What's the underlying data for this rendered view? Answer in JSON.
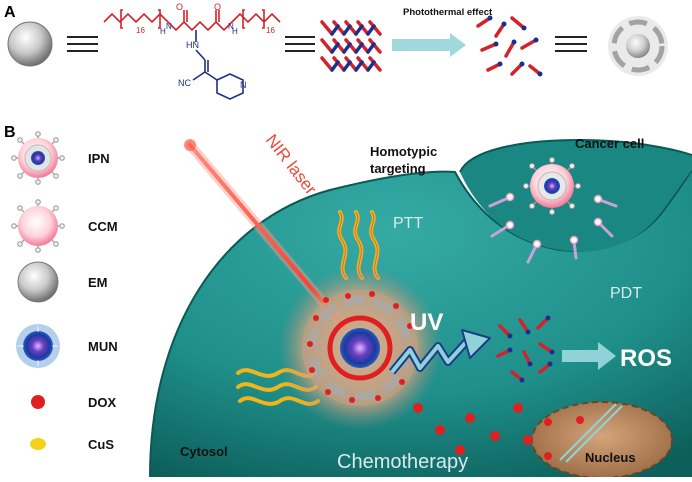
{
  "panel_a": {
    "label": "A",
    "arrow_text": "Photothermal effect",
    "subscript_left": "16",
    "subscript_right": "16",
    "atoms": {
      "o_left": "O",
      "o_right": "O",
      "nh_left": "H",
      "nh_left_n": "N",
      "nh_right_n": "N",
      "nh_right": "H",
      "hn": "HN",
      "nc": "NC",
      "pyridine_n": "N"
    }
  },
  "panel_b": {
    "label": "B",
    "legend": [
      {
        "label": "IPN",
        "icon": "ipn-nanoparticle-icon"
      },
      {
        "label": "CCM",
        "icon": "cancer-cell-membrane-icon"
      },
      {
        "label": "EM",
        "icon": "empty-micelle-icon"
      },
      {
        "label": "MUN",
        "icon": "upconversion-nanoparticle-icon"
      },
      {
        "label": "DOX",
        "icon": "red-dot-icon"
      },
      {
        "label": "CuS",
        "icon": "yellow-ellipse-icon"
      }
    ],
    "labels": {
      "nir": "NIR laser",
      "homotypic": "Homotypic",
      "targeting": "targeting",
      "cancer_cell": "Cancer cell",
      "ptt": "PTT",
      "pdt": "PDT",
      "uv": "UV",
      "ros": "ROS",
      "cytosol": "Cytosol",
      "chemotherapy": "Chemotherapy",
      "nucleus": "Nucleus"
    }
  },
  "colors": {
    "cell": "#1f8f8a",
    "cell_dark": "#0f6a66",
    "ptt_wave": "#f3b41b",
    "dox": "#e02020",
    "arrow": "#8fd3d6",
    "linker_red": "#d3222a",
    "linker_blue": "#1c2f8c",
    "nucleus": "#b07a4e"
  }
}
